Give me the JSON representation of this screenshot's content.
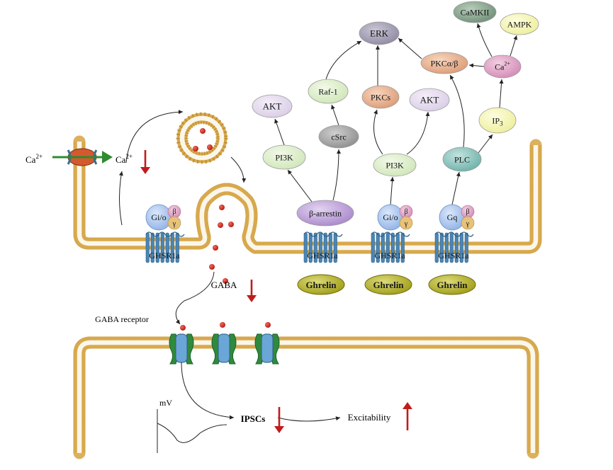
{
  "labels": {
    "ca_ext": "Ca",
    "ca_int": "Ca",
    "ca_sup": "2+",
    "gabar": "GABA receptor",
    "gaba": "GABA",
    "ipscs": "IPSCs",
    "excitability": "Excitability",
    "mv": "mV",
    "ghsr": "GHSR1a",
    "ghrelin": "Ghrelin",
    "beta": "β",
    "gamma": "γ"
  },
  "nodes": {
    "camkii": "CaMKII",
    "ampk": "AMPK",
    "erk": "ERK",
    "pkc_ab": "PKCα/β",
    "ca2": "Ca",
    "ca2_sup": "2+",
    "raf1": "Raf-1",
    "akt1": "AKT",
    "pkcs": "PKCs",
    "akt2": "AKT",
    "ip3": "IP",
    "ip3_sub": "3",
    "csrc": "cSrc",
    "pi3k1": "PI3K",
    "pi3k2": "PI3K",
    "plc": "PLC",
    "barrestin": "β-arrestin",
    "gio1": "Gi/o",
    "gio2": "Gi/o",
    "gq": "Gq"
  },
  "colors": {
    "membrane_tail": "#d8a94c",
    "membrane_head": "#ffffff",
    "arrow_green": "#2e8b2e",
    "arrow_red": "#c21b1b",
    "ghrelin": "#a8a520",
    "receptor": "#4b86b4"
  }
}
